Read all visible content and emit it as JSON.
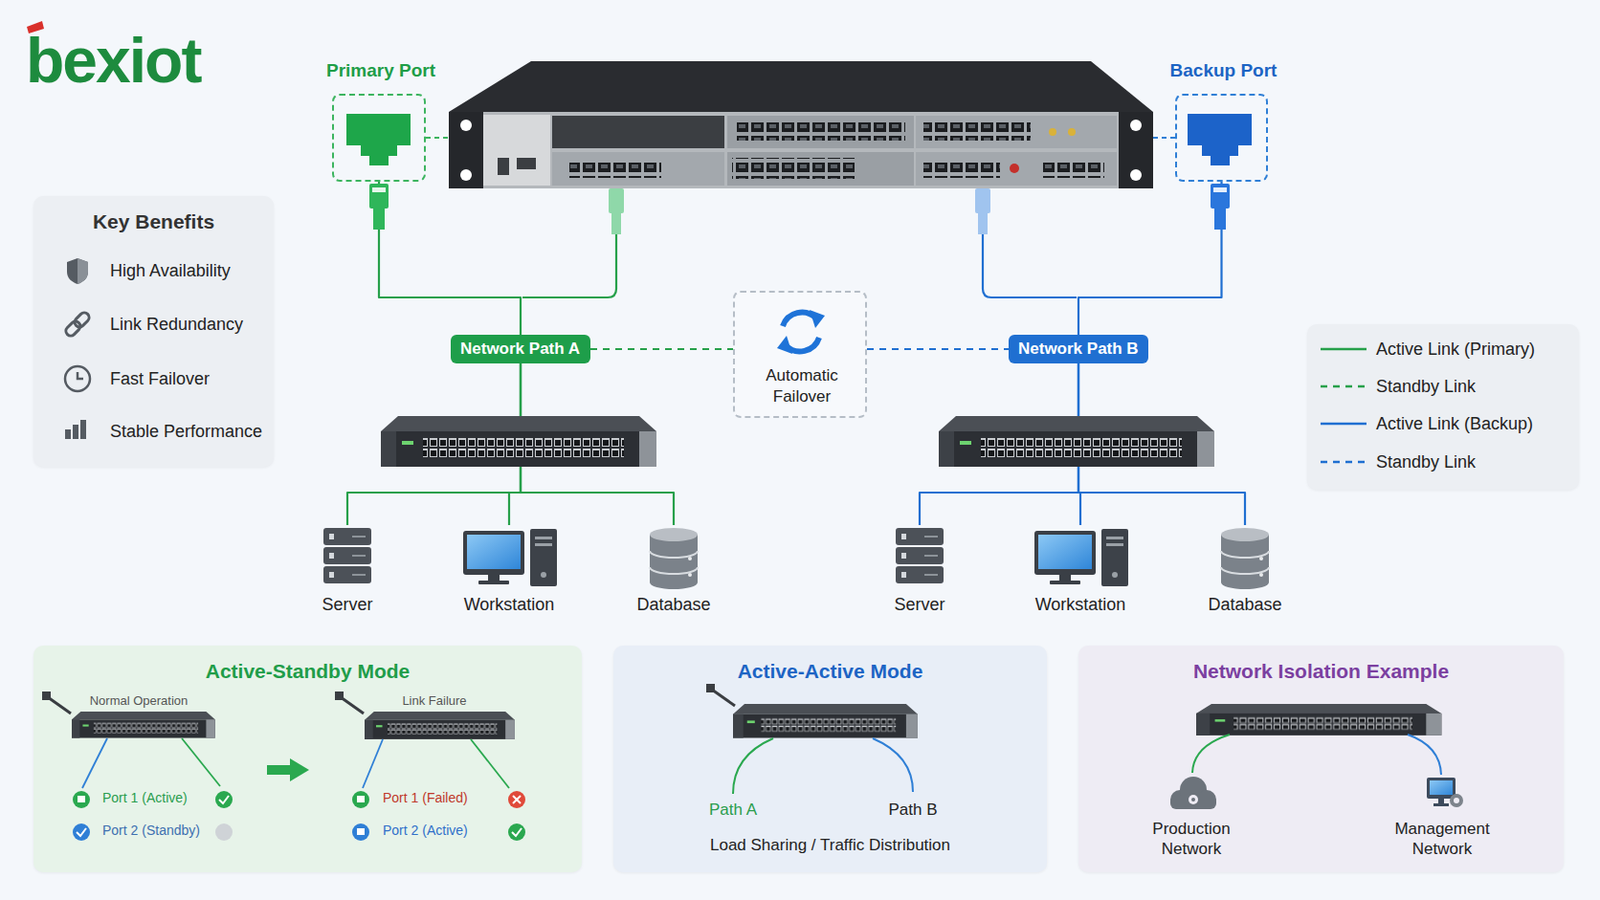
{
  "diagram": {
    "nodes": [
      {
        "text": [
          "Primary Port"
        ]
      },
      {
        "text": [
          "Backup Port"
        ]
      },
      {
        "text": [
          "Key Benefits",
          "High Availability",
          "Link Redundancy",
          "Fast Failover",
          "Stable Performance"
        ]
      },
      {
        "text": [
          "Network Path A"
        ]
      },
      {
        "text": [
          "Automatic Failover"
        ]
      },
      {
        "text": [
          "Network Path B"
        ]
      },
      {
        "text": [
          "Server"
        ]
      },
      {
        "text": [
          "Workstation"
        ]
      },
      {
        "text": [
          "Database"
        ]
      },
      {
        "text": [
          "Server"
        ]
      },
      {
        "text": [
          "Workstation"
        ]
      },
      {
        "text": [
          "Database"
        ]
      },
      {
        "text": [
          "Active-Standby Mode",
          "Normal Operation",
          "Port 1 (Active)",
          "Port 2 (Standby)",
          "Link Failure",
          "Port 1 (Failed)",
          "Port 2 (Active)"
        ]
      },
      {
        "text": [
          "Active-Active Mode",
          "Path A",
          "Path B",
          "Load Sharing / Traffic Distribution"
        ]
      },
      {
        "text": [
          "Network Isolation Example",
          "Production Network",
          "Management Network"
        ]
      }
    ],
    "edges": [
      {
        "from": 0,
        "to": 3,
        "arrow": "none"
      },
      {
        "from": 1,
        "to": 5,
        "arrow": "none"
      },
      {
        "from": 3,
        "to": 4,
        "arrow": "none"
      },
      {
        "from": 4,
        "to": 5,
        "arrow": "none"
      },
      {
        "from": 3,
        "to": 6,
        "arrow": "none"
      },
      {
        "from": 3,
        "to": 7,
        "arrow": "none"
      },
      {
        "from": 3,
        "to": 8,
        "arrow": "none"
      },
      {
        "from": 5,
        "to": 9,
        "arrow": "none"
      },
      {
        "from": 5,
        "to": 10,
        "arrow": "none"
      },
      {
        "from": 5,
        "to": 11,
        "arrow": "none"
      }
    ],
    "labels": [
      "bexiot"
    ],
    "legend": [
      {
        "text": "Active Link (Primary)"
      },
      {
        "text": "Standby Link"
      },
      {
        "text": "Active Link (Backup)"
      },
      {
        "text": "Standby Link"
      }
    ]
  }
}
